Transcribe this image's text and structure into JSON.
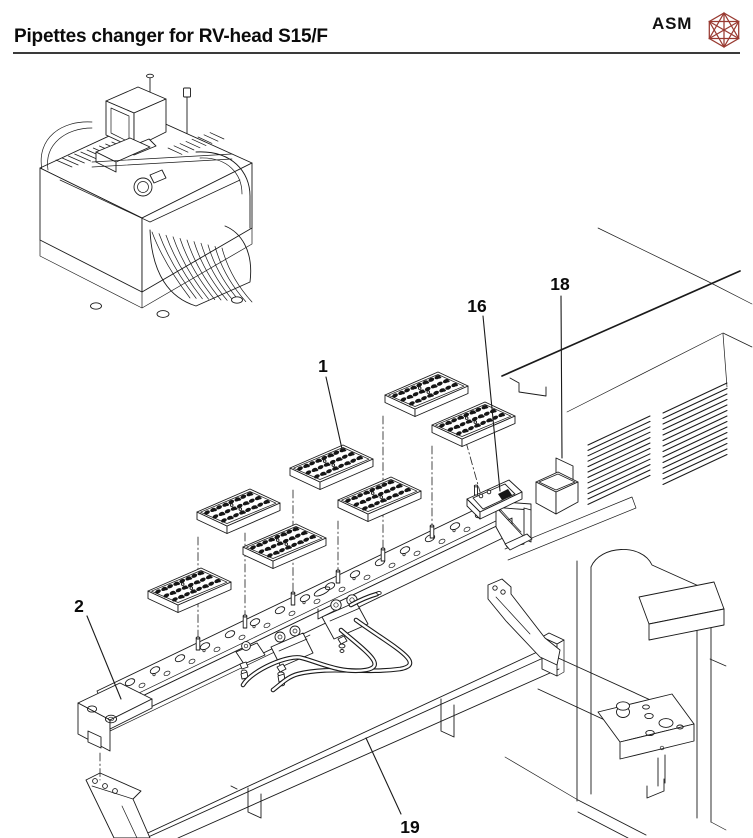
{
  "page": {
    "title": "Pipettes changer for RV-head S15/F",
    "brand": {
      "name": "ASM",
      "logo_color": "#993a31"
    },
    "ink_color": "#1a1a1a",
    "background": "#ffffff"
  },
  "figure": {
    "callouts": [
      {
        "label": "1"
      },
      {
        "label": "2"
      },
      {
        "label": "16"
      },
      {
        "label": "18"
      },
      {
        "label": "19"
      }
    ]
  }
}
